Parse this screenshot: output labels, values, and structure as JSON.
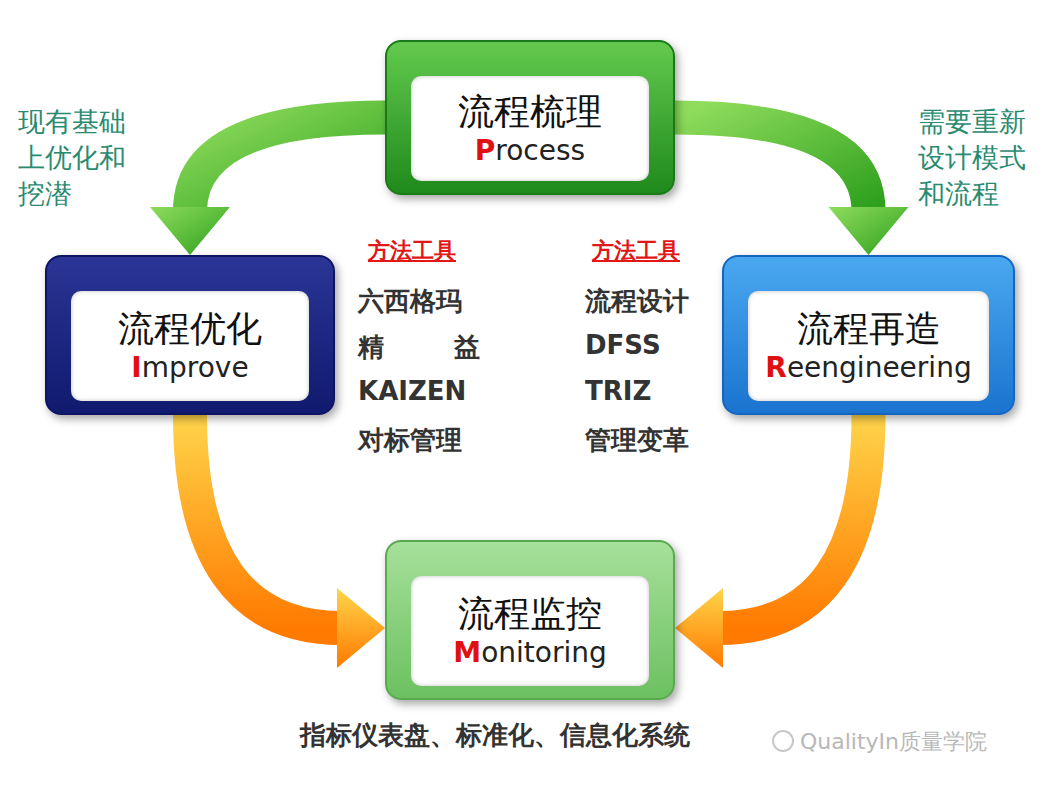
{
  "diagram": {
    "nodes": [
      {
        "text": [
          "流程梳理",
          "Process"
        ]
      },
      {
        "text": [
          "流程优化",
          "Improve"
        ]
      },
      {
        "text": [
          "流程再造",
          "Reengineering"
        ]
      },
      {
        "text": [
          "流程监控",
          "Monitoring"
        ]
      }
    ],
    "edges": [
      {
        "from": 0,
        "to": 1,
        "arrow": "to",
        "label": "现有基础 上优化和 挖潜"
      },
      {
        "from": 0,
        "to": 2,
        "arrow": "to",
        "label": "需要重新 设计模式 和流程"
      },
      {
        "from": 1,
        "to": 3,
        "arrow": "to"
      },
      {
        "from": 2,
        "to": 3,
        "arrow": "to"
      }
    ],
    "labels": [
      "方法工具",
      "六西格玛",
      "精益",
      "KAIZEN",
      "对标管理",
      "方法工具",
      "流程设计",
      "DFSS",
      "TRIZ",
      "管理变革",
      "指标仪表盘、标准化、信息化系统",
      "QualityIn质量学院"
    ]
  }
}
